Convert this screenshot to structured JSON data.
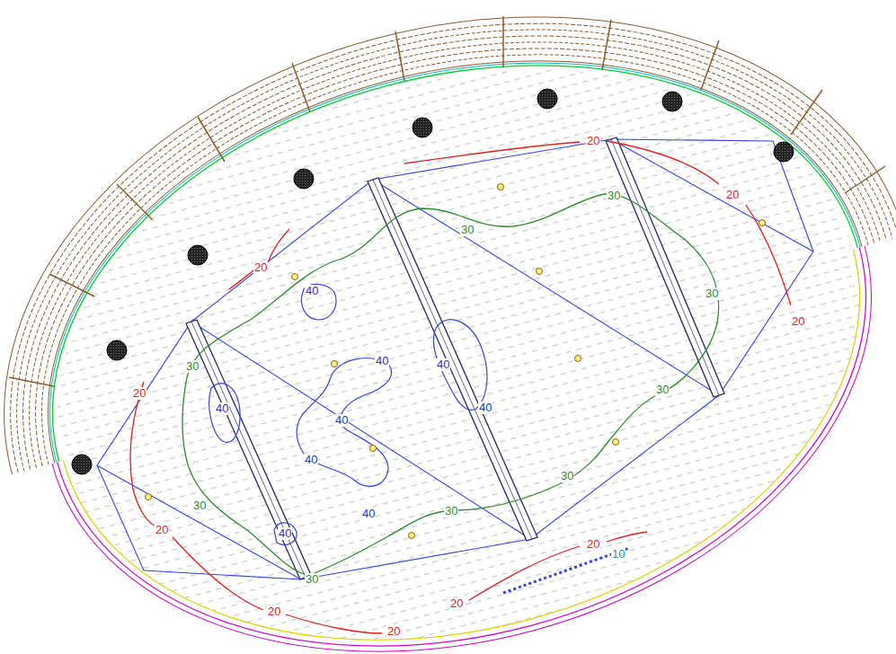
{
  "diagram": {
    "labels": [
      "20",
      "20",
      "20",
      "20",
      "20",
      "20",
      "20",
      "20",
      "20",
      "20",
      "30",
      "30",
      "30",
      "30",
      "30",
      "30",
      "30",
      "30",
      "30",
      "40",
      "40",
      "40",
      "40",
      "40",
      "40",
      "40",
      "40",
      "40",
      "10"
    ]
  }
}
